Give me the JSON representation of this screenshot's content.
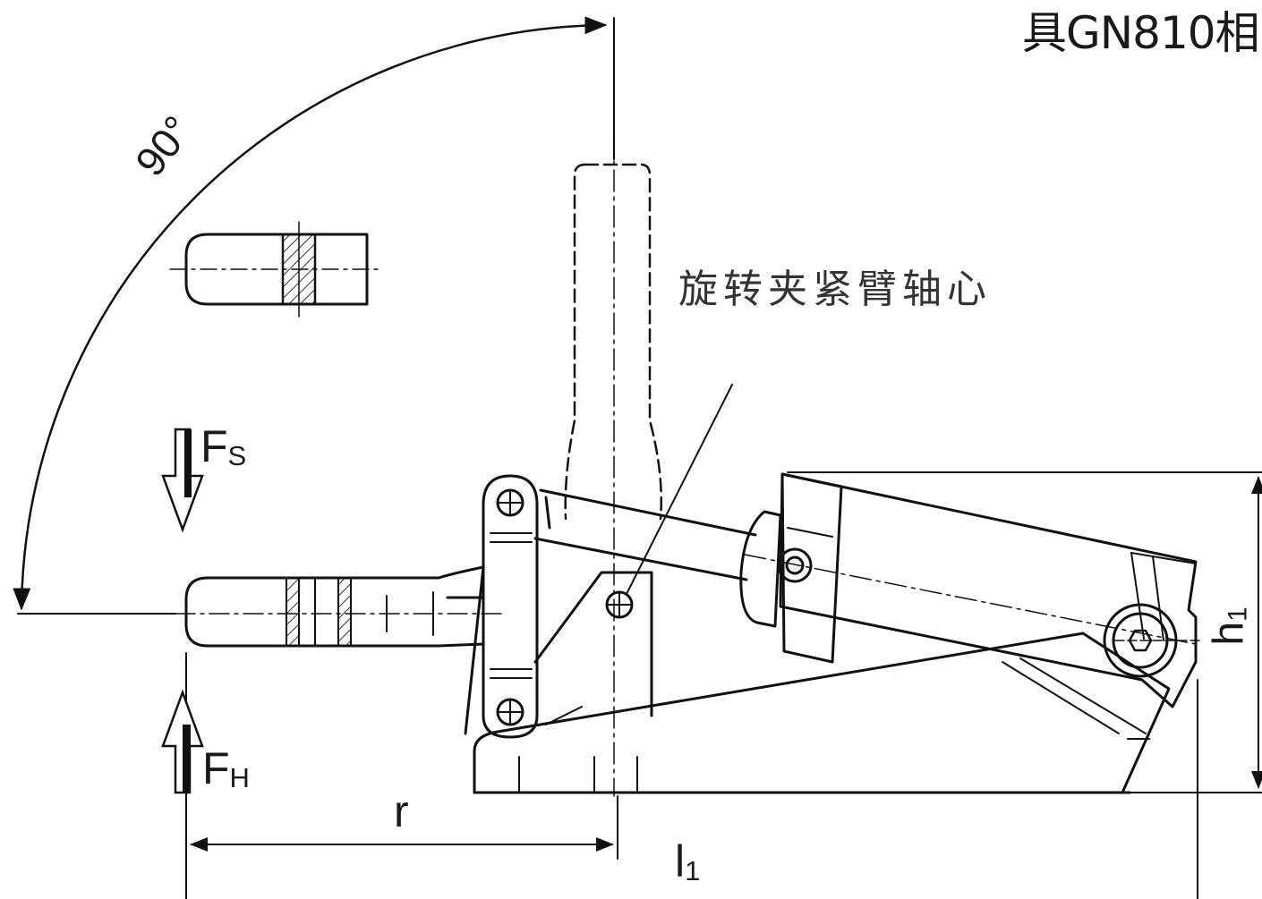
{
  "labels": {
    "title_fragment": "具GN810相",
    "angle": "90°",
    "pivot_callout": "旋转夹紧臂轴心",
    "force_s": {
      "main": "F",
      "sub": "S"
    },
    "force_h": {
      "main": "F",
      "sub": "H"
    },
    "dim_r": "r",
    "dim_l1": {
      "main": "l",
      "sub": "1"
    },
    "dim_h1": {
      "main": "h",
      "sub": "1"
    }
  },
  "colors": {
    "line": "#111111",
    "hatch": "#333333",
    "arrow_fill": "#111111",
    "background": "#ffffff"
  }
}
